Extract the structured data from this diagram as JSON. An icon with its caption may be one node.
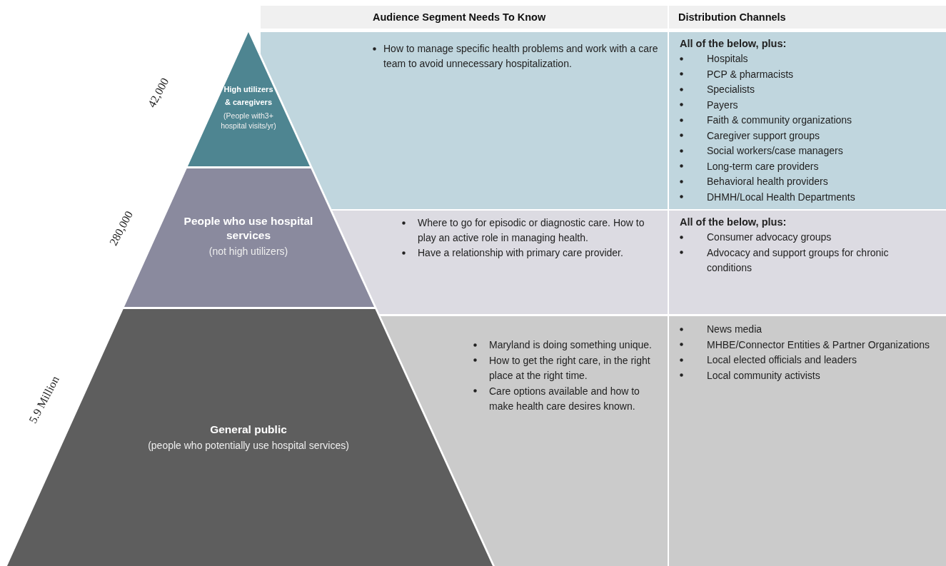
{
  "diagram": {
    "nodes": [
      {
        "text": [
          "High utilizers & caregivers",
          "(People with3+ hospital visits/yr)"
        ],
        "beside": [
          "42,000"
        ]
      },
      {
        "text": [
          "People who use hospital services",
          "(not high utilizers)"
        ],
        "beside": [
          "280,000"
        ]
      },
      {
        "text": [
          "General public",
          "(people who potentially use hospital services)"
        ],
        "beside": [
          "5.9 Million"
        ]
      },
      {
        "text": [
          "How to manage specific health problems and work with a care team to avoid unnecessary hospitalization."
        ]
      },
      {
        "text": [
          "All of the below, plus:",
          "Hospitals",
          "PCP & pharmacists",
          "Specialists",
          "Payers",
          "Faith & community organizations",
          "Caregiver support groups",
          "Social workers/case managers",
          "Long-term care providers",
          "Behavioral health providers",
          "DHMH/Local Health Departments"
        ]
      },
      {
        "text": [
          "Where to go for episodic or diagnostic care. How to play an active role in managing health.",
          "Have a relationship with primary care provider."
        ]
      },
      {
        "text": [
          "All of the below, plus:",
          "Consumer advocacy groups",
          "Advocacy and support groups for chronic conditions"
        ]
      },
      {
        "text": [
          "Maryland is doing something unique.",
          "How to get the right care, in the right place at the right time.",
          "Care options available and how to make health care desires known."
        ]
      },
      {
        "text": [
          "News media",
          "MHBE/Connector Entities & Partner Organizations",
          "Local elected officials and leaders",
          "Local community activists"
        ]
      }
    ],
    "labels": [
      "Audience Segment Needs To Know",
      "Distribution Channels"
    ]
  }
}
